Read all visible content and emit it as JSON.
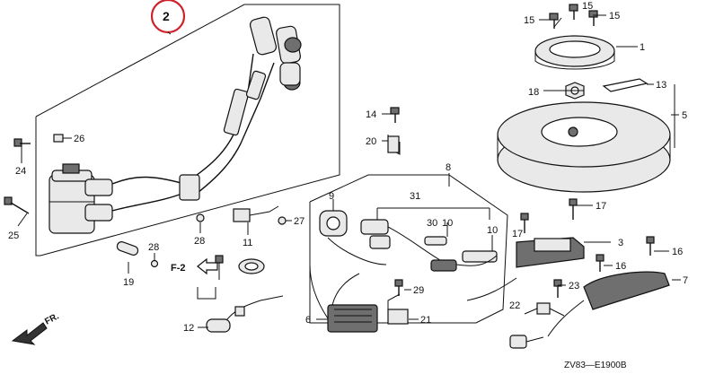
{
  "diagram": {
    "code": "ZV83—E1900B",
    "highlighted_callout": "2",
    "highlight_color": "#d0202a",
    "section_ref": "F-2",
    "direction_label": "FR.",
    "callouts": {
      "c1": "1",
      "c2": "2",
      "c3": "3",
      "c5": "5",
      "c6": "6",
      "c7": "7",
      "c8": "8",
      "c9": "9",
      "c10a": "10",
      "c10b": "10",
      "c11": "11",
      "c12": "12",
      "c13": "13",
      "c14": "14",
      "c15a": "15",
      "c15b": "15",
      "c15c": "15",
      "c16a": "16",
      "c16b": "16",
      "c17a": "17",
      "c17b": "17",
      "c18": "18",
      "c19": "19",
      "c20": "20",
      "c21": "21",
      "c22": "22",
      "c23": "23",
      "c24": "24",
      "c25": "25",
      "c26": "26",
      "c27": "27",
      "c28a": "28",
      "c28b": "28",
      "c29": "29",
      "c30": "30",
      "c31": "31"
    }
  }
}
